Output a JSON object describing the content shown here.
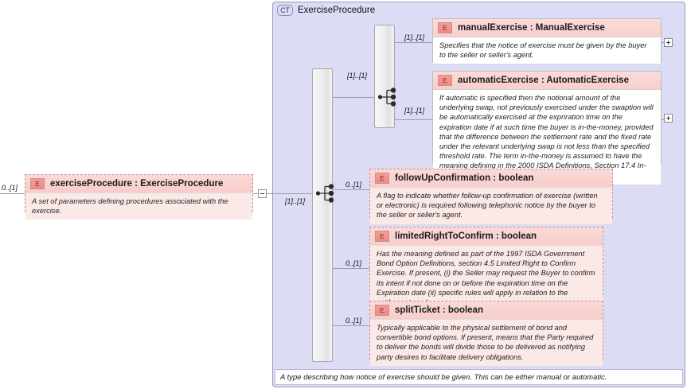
{
  "diagram": {
    "kind": "xsd-schema-diagram",
    "complex_type": {
      "badge": "CT",
      "title": "ExerciseProcedure",
      "annotation": "A type describing how notice of exercise should be given. This can be either manual or automatic."
    },
    "root_element": {
      "badge": "E",
      "name": "exerciseProcedure : ExerciseProcedure",
      "documentation": "A set of parameters defining procedures associated with the exercise.",
      "cardinality": "0..[1]",
      "toggle": "minus-toggle"
    },
    "compositors": [
      {
        "name": "outer-sequence",
        "icon": "sequence-icon"
      },
      {
        "name": "inner-choice",
        "icon": "sequence-icon"
      }
    ],
    "connector_cardinalities": {
      "root_to_outer": "[1]..[1]",
      "outer_to_inner": "[1]..[1]",
      "inner_to_manual": "[1]..[1]",
      "inner_to_automatic": "[1]..[1]"
    },
    "elements": [
      {
        "badge": "E",
        "name": "manualExercise : ManualExercise",
        "documentation": "Specifies that the notice of exercise must be given by the buyer to the seller or seller's agent.",
        "cardinality": "[1]..[1]",
        "required": true,
        "toggle": "plus-toggle"
      },
      {
        "badge": "E",
        "name": "automaticExercise : AutomaticExercise",
        "documentation": "If automatic is specified then the notional amount of the underlying swap, not previously exercised under the swaption will be automatically exercised at the expriration time on the expiration date if at such time the buyer is in-the-money, provided that the difference between the settlement rate and the fixed rate under the relevant underlying swap is not less than the specified threshold rate. The term in-the-money is assumed to have the meaning defining in the 2000 ISDA Definitions, Section 17.4 In-the-money.",
        "cardinality": "[1]..[1]",
        "required": true,
        "toggle": "plus-toggle"
      },
      {
        "badge": "E",
        "name": "followUpConfirmation : boolean",
        "documentation": "A flag to indicate whether follow-up confirmation of exercise (written or electronic) is required following telephonic notice by the buyer to the seller or seller's agent.",
        "cardinality": "0..[1]",
        "required": false,
        "toggle": null
      },
      {
        "badge": "E",
        "name": "limitedRightToConfirm : boolean",
        "documentation": "Has the meaning defined as part of the 1997 ISDA Government Bond Option Definitions, section 4.5 Limited Right to Confirm Exercise. If present, (i) the Seller may request the Buyer to confirm its intent if not done on or before the expiration time on the Expiration date (ii) specific rules will apply in relation to the settlement mode.",
        "cardinality": "0..[1]",
        "required": false,
        "toggle": null
      },
      {
        "badge": "E",
        "name": "splitTicket : boolean",
        "documentation": "Typically applicable to the physical settlement of bond and convertible bond options. If present, means that the Party required to deliver the bonds will divide those to be delivered as notifying party desires to facilitate delivery obligations.",
        "cardinality": "0..[1]",
        "required": false,
        "toggle": null
      }
    ],
    "colors": {
      "container_fill": "#dcdcf5",
      "container_border": "#9a9ac2",
      "element_fill": "#fbe9e8",
      "element_border": "#c98e8b",
      "badge_fill": "#f49d99",
      "line": "#9b9bb5",
      "page_background": "#ffffff"
    }
  }
}
